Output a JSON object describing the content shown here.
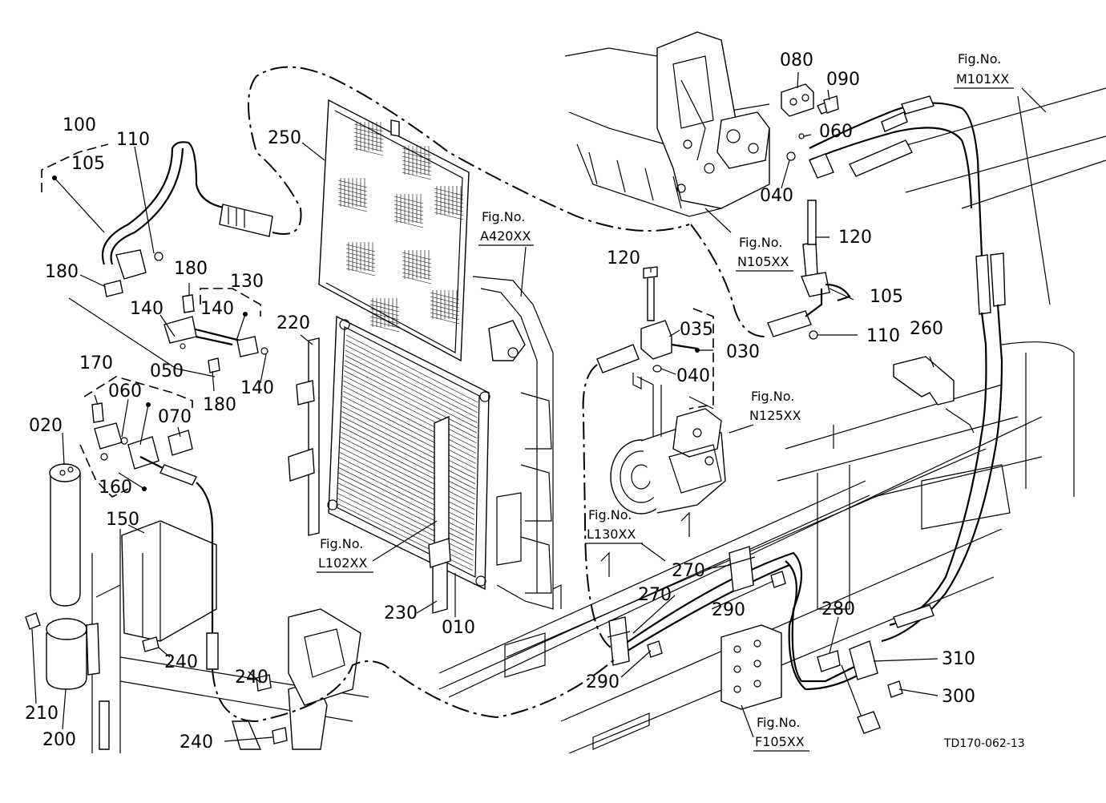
{
  "drawing_code": "TD170-062-13",
  "figure_refs": [
    {
      "id": "m101",
      "label": "Fig.No.",
      "code": "M101XX"
    },
    {
      "id": "a420",
      "label": "Fig.No.",
      "code": "A420XX"
    },
    {
      "id": "n105",
      "label": "Fig.No.",
      "code": "N105XX"
    },
    {
      "id": "n125",
      "label": "Fig.No.",
      "code": "N125XX"
    },
    {
      "id": "l130",
      "label": "Fig.No.",
      "code": "L130XX"
    },
    {
      "id": "l102",
      "label": "Fig.No.",
      "code": "L102XX"
    },
    {
      "id": "f105",
      "label": "Fig.No.",
      "code": "F105XX"
    }
  ],
  "part_labels": {
    "p100": "100",
    "p105a": "105",
    "p110a": "110",
    "p180a": "180",
    "p180b": "180",
    "p180c": "180",
    "p130": "130",
    "p140a": "140",
    "p140b": "140",
    "p140c": "140",
    "p170": "170",
    "p050": "050",
    "p060a": "060",
    "p070": "070",
    "p020": "020",
    "p160": "160",
    "p150": "150",
    "p210": "210",
    "p200": "200",
    "p240a": "240",
    "p240b": "240",
    "p240c": "240",
    "p250": "250",
    "p220": "220",
    "p230": "230",
    "p010": "010",
    "p080": "080",
    "p090": "090",
    "p060b": "060",
    "p040a": "040",
    "p120a": "120",
    "p120b": "120",
    "p105b": "105",
    "p110b": "110",
    "p035": "035",
    "p030": "030",
    "p040b": "040",
    "p260": "260",
    "p270a": "270",
    "p270b": "270",
    "p290a": "290",
    "p290b": "290",
    "p280": "280",
    "p310": "310",
    "p300": "300"
  }
}
